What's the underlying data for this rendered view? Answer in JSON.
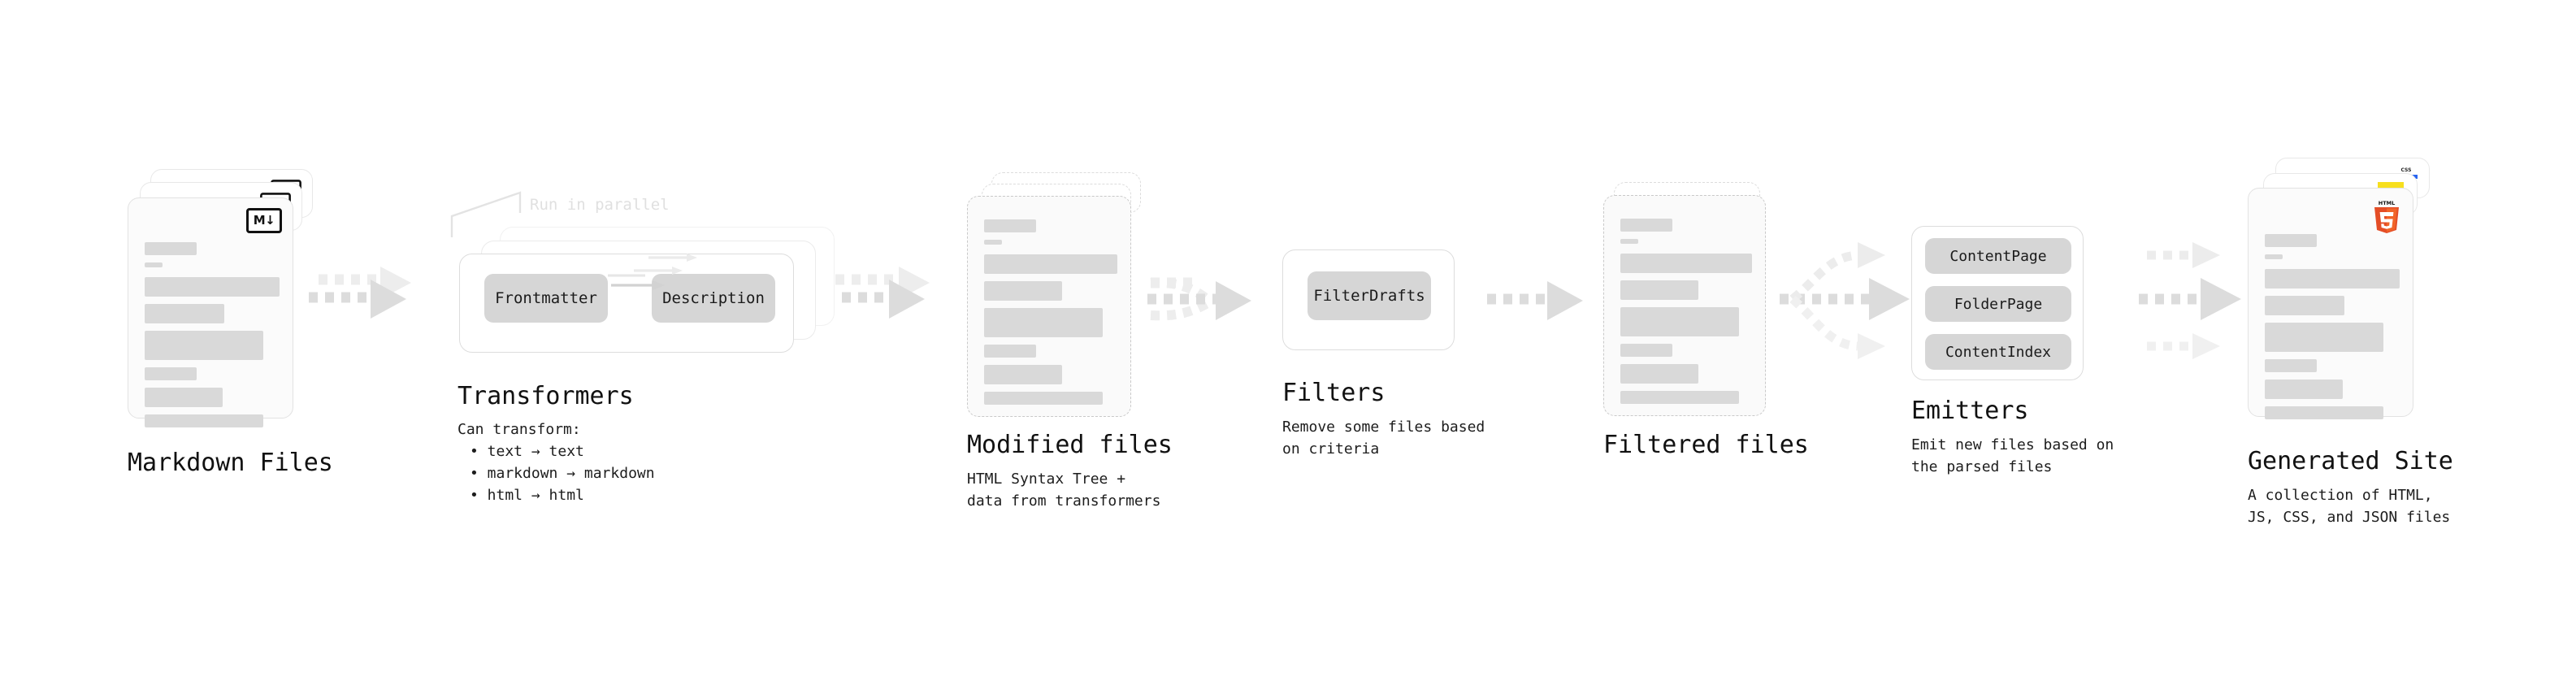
{
  "diagram": {
    "background": "#ffffff",
    "accents": {
      "card_fill": "#fbfbfb",
      "card_border": "#e2e2e2",
      "line_fill": "#d9d9d9",
      "pill_fill": "#d6d6d6",
      "arrow_fill": "#dcdcdc",
      "html5_orange": "#e44d26",
      "html5_orange_light": "#f16529",
      "js_yellow": "#f7df1e",
      "css_blue": "#2965f1",
      "muted_text": "#e0e0e0"
    },
    "stages": [
      {
        "id": "markdown-files",
        "title": "Markdown Files",
        "subtitle": "",
        "badge": "markdown-badge",
        "badge_text": "M",
        "stack_count": 3
      },
      {
        "id": "transformers",
        "title": "Transformers",
        "subtitle": "Can transform:",
        "bullets": [
          "• text → text",
          "• markdown → markdown",
          "• html → html"
        ],
        "annotation": "Run in parallel",
        "pills": [
          "Frontmatter",
          "Description"
        ],
        "stack_count": 3
      },
      {
        "id": "modified-files",
        "title": "Modified files",
        "subtitle": "HTML Syntax Tree +\ndata from transformers",
        "stack_count": 3
      },
      {
        "id": "filters",
        "title": "Filters",
        "subtitle": "Remove some files based\non criteria",
        "pills": [
          "FilterDrafts"
        ],
        "stack_count": 1
      },
      {
        "id": "filtered-files",
        "title": "Filtered files",
        "subtitle": "",
        "stack_count": 2
      },
      {
        "id": "emitters",
        "title": "Emitters",
        "subtitle": "Emit new files based on\nthe parsed files",
        "pills": [
          "ContentPage",
          "FolderPage",
          "ContentIndex"
        ],
        "stack_count": 1
      },
      {
        "id": "generated-site",
        "title": "Generated Site",
        "subtitle": "A collection of HTML,\nJS, CSS, and JSON files",
        "badges": [
          "html5-badge",
          "js-badge",
          "css-badge"
        ],
        "badge_css_text": "CSS",
        "badge_html_text": "HTML",
        "badge_html_number": "5",
        "stack_count": 3
      }
    ]
  }
}
